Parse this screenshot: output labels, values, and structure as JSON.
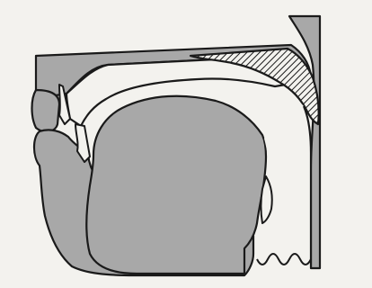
{
  "diagram": {
    "subject": "sagittal-section-vocal-tract",
    "colors": {
      "page": "#f3f2ee",
      "tissue": "#a8a8a8",
      "airway": "#f3f2ee",
      "outline": "#1a1a1a",
      "hatch": "#1a1a1a"
    },
    "regions": [
      {
        "id": "nasal-cavity-roof",
        "fill": "tissue"
      },
      {
        "id": "upper-lip",
        "fill": "tissue"
      },
      {
        "id": "lower-lip-and-jaw",
        "fill": "tissue"
      },
      {
        "id": "tongue",
        "fill": "tissue"
      },
      {
        "id": "upper-teeth",
        "fill": "airway"
      },
      {
        "id": "lower-teeth",
        "fill": "airway"
      },
      {
        "id": "hard-palate",
        "fill": "airway"
      },
      {
        "id": "velum",
        "fill": "hatched"
      },
      {
        "id": "pharyngeal-wall",
        "fill": "tissue"
      },
      {
        "id": "epiglottis",
        "fill": "airway"
      },
      {
        "id": "vocal-folds",
        "fill": "wavy-line"
      }
    ]
  }
}
